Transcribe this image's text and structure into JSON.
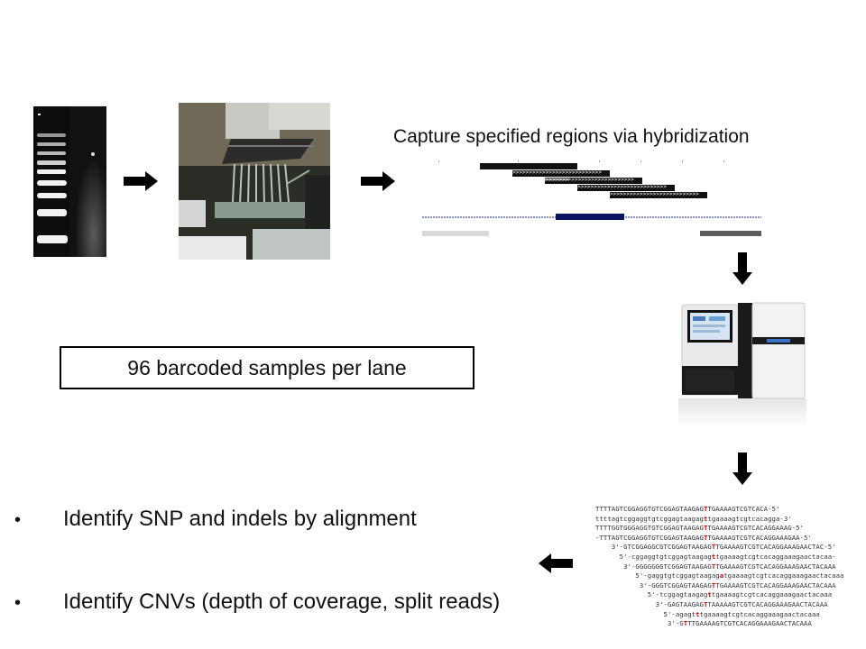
{
  "capture": {
    "title": "Capture specified regions via hybridization",
    "probe_arrows": [
      ">>>>>>>>>>>>>>>>>>>>>>>>>>>",
      ">>>>>>>>>>>>>>>>>>>>>>>>>>>",
      ">>>>>>>>>>>>>>>>>>>>>>>>>>>",
      ">>>>>>>>>>>>>>>>>>>>>>>>>>>",
      ">>>>>>>>>>>>>>>>>>>>>>>>>>>"
    ]
  },
  "barcode_label": "96 barcoded samples per lane",
  "bullets": [
    {
      "dot": "•",
      "text": "Identify SNP and indels by alignment"
    },
    {
      "dot": "•",
      "text": "Identify CNVs (depth of coverage, split reads)"
    }
  ],
  "alignment_lines": [
    {
      "pre": "TTTTAGTCGGAGGTGTCGGAGTAAGAG",
      "snp": "T",
      "post": "TGAAAAGTCGTCACA-5'"
    },
    {
      "pre": "ttttagtcggaggtgtcggagtaagag",
      "snp": "t",
      "post": "tgaaaagtcgtcacagga-3'"
    },
    {
      "pre": "TTTTGGTGGGAGGTGTCGGAGTAAGAG",
      "snp": "T",
      "post": "TGAAAAGTCGTCACAGGAAAG-5'"
    },
    {
      "pre": "-TTTAGTCGGAGGTGTCGGAGTAAGAG",
      "snp": "T",
      "post": "TGAAAAGTCGTCACAGGAAAGAA-5'"
    },
    {
      "pre": "    3'-GTCGGAGGCGTCGGAGTAAGAG",
      "snp": "T",
      "post": "TGAAAAGTCGTCACAGGAAAGAACTAC-5'"
    },
    {
      "pre": "      5'-cggaggtgtcggagtaagag",
      "snp": "t",
      "post": "tgaaaagtcgtcacaggaaagaactacaa-"
    },
    {
      "pre": "       3'-GGGGGGGTCGGAGTAAGAG",
      "snp": "T",
      "post": "TGAAAAGTCGTCACAGGAAAGAACTACAAA"
    },
    {
      "pre": "          5'-gaggtgtcggagtaagag",
      "snp": "a",
      "post": "tgaaaagtcgtcacaggaaagaactacaaa"
    },
    {
      "pre": "           3'-GGGTCGGAGTAAGAG",
      "snp": "T",
      "post": "TGAAAAGTCGTCACAGGAAAGAACTACAAA"
    },
    {
      "pre": "             5'-tcggagtaagag",
      "snp": "t",
      "post": "tgaaaagtcgtcacaggaaagaactacaaa"
    },
    {
      "pre": "               3'-GAGTAAGAG",
      "snp": "T",
      "post": "TAAAAAGTCGTCACAGGAAAGAACTACAAA"
    },
    {
      "pre": "                 5'-agagt",
      "snp": "t",
      "post": "tgaaaagtcgtcacaggaaagaactacaaa"
    },
    {
      "pre": "                  3'-G",
      "snp": "T",
      "post": "TTGAAAAGTCGTCACAGGAAAGAACTACAAA"
    }
  ],
  "colors": {
    "arrow": "#000000",
    "probe": "#111111",
    "target_region": "#0b1660",
    "reference_line": "#1a2a8a",
    "snp_highlight": "#d00000"
  },
  "icons": [
    "gel-image",
    "liquid-handler-robot",
    "sequencer-machine"
  ]
}
